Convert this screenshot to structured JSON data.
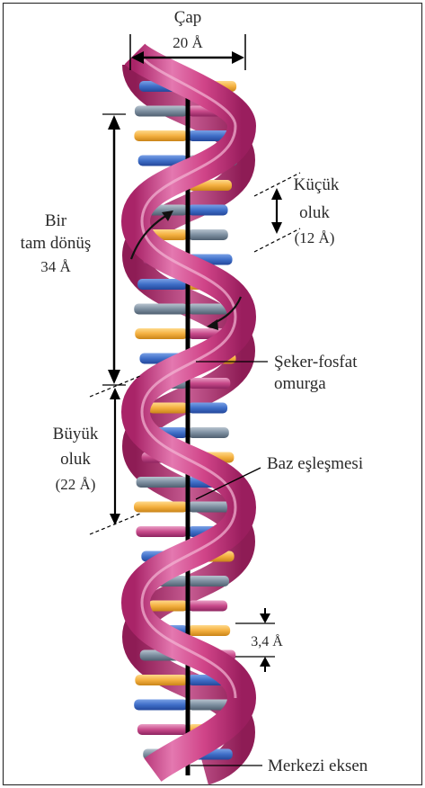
{
  "labels": {
    "diameter_title": "Çap",
    "diameter_value": "20 Å",
    "minor_groove_1": "Küçük",
    "minor_groove_2": "oluk",
    "minor_groove_3": "(12 Å)",
    "full_turn_1": "Bir",
    "full_turn_2": "tam dönüş",
    "full_turn_3": "34 Å",
    "backbone_1": "Şeker-fosfat",
    "backbone_2": "omurga",
    "major_groove_1": "Büyük",
    "major_groove_2": "oluk",
    "major_groove_3": "(22 Å)",
    "base_pair": "Baz eşleşmesi",
    "rise": "3,4 Å",
    "central_axis": "Merkezi eksen"
  },
  "colors": {
    "backbone_front": "#d4408a",
    "backbone_back": "#b02a6e",
    "base_blue": "#3f6fc8",
    "base_orange": "#f4b040",
    "base_gray": "#7d8fa0",
    "base_pink": "#c84a8a",
    "axis": "#000000",
    "frame": "#333333"
  }
}
